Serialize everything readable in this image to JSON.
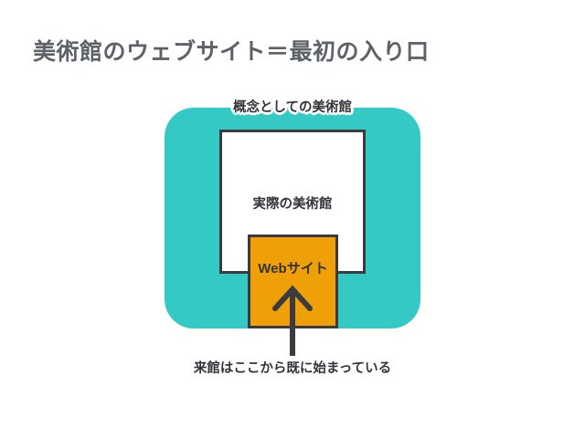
{
  "slide": {
    "title": "美術館のウェブサイト＝最初の入り口",
    "background_color": "#ffffff",
    "title_color": "#5d6269"
  },
  "diagram": {
    "concept_box": {
      "label": "概念としての美術館",
      "fill_color": "#35c9c6"
    },
    "actual_box": {
      "label": "実際の美術館",
      "fill_color": "#ffffff",
      "border_color": "#3a3a40"
    },
    "website_box": {
      "label": "Webサイト",
      "fill_color": "#efa006",
      "border_color": "#3a3a40"
    },
    "arrow": {
      "name": "upward-arrow",
      "direction": "up",
      "color": "#3a3a40"
    },
    "caption": "来館はここから既に始まっている"
  }
}
